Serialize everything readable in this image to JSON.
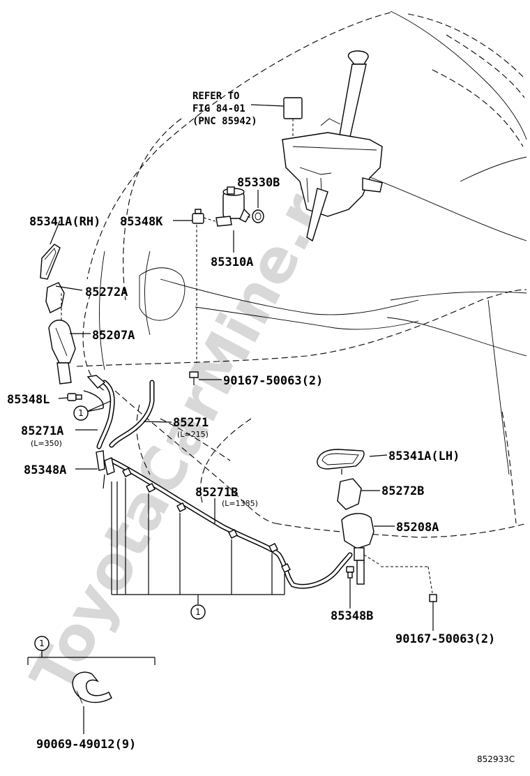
{
  "watermark": "ToyotaCarMine.ru",
  "reference_note": {
    "line1": "REFER TO",
    "line2": "FIG 84-01",
    "line3": "(PNC 85942)"
  },
  "callouts": {
    "p85330B": "85330B",
    "p85341A_RH": "85341A(RH)",
    "p85348K": "85348K",
    "p85310A": "85310A",
    "p85272A": "85272A",
    "p85207A": "85207A",
    "p90167_upper": "90167-50063(2)",
    "p85348L": "85348L",
    "p85271A": "85271A",
    "p85271A_len": "(L=350)",
    "p85271": "85271",
    "p85271_len": "(L=215)",
    "p85348A": "85348A",
    "p85271B": "85271B",
    "p85271B_len": "(L=1385)",
    "p85341A_LH": "85341A(LH)",
    "p85272B": "85272B",
    "p85208A": "85208A",
    "p85348B": "85348B",
    "p90167_lower": "90167-50063(2)",
    "p90069": "90069-49012(9)"
  },
  "clip_markers": {
    "marker": "1"
  },
  "figure_code": "852933C"
}
